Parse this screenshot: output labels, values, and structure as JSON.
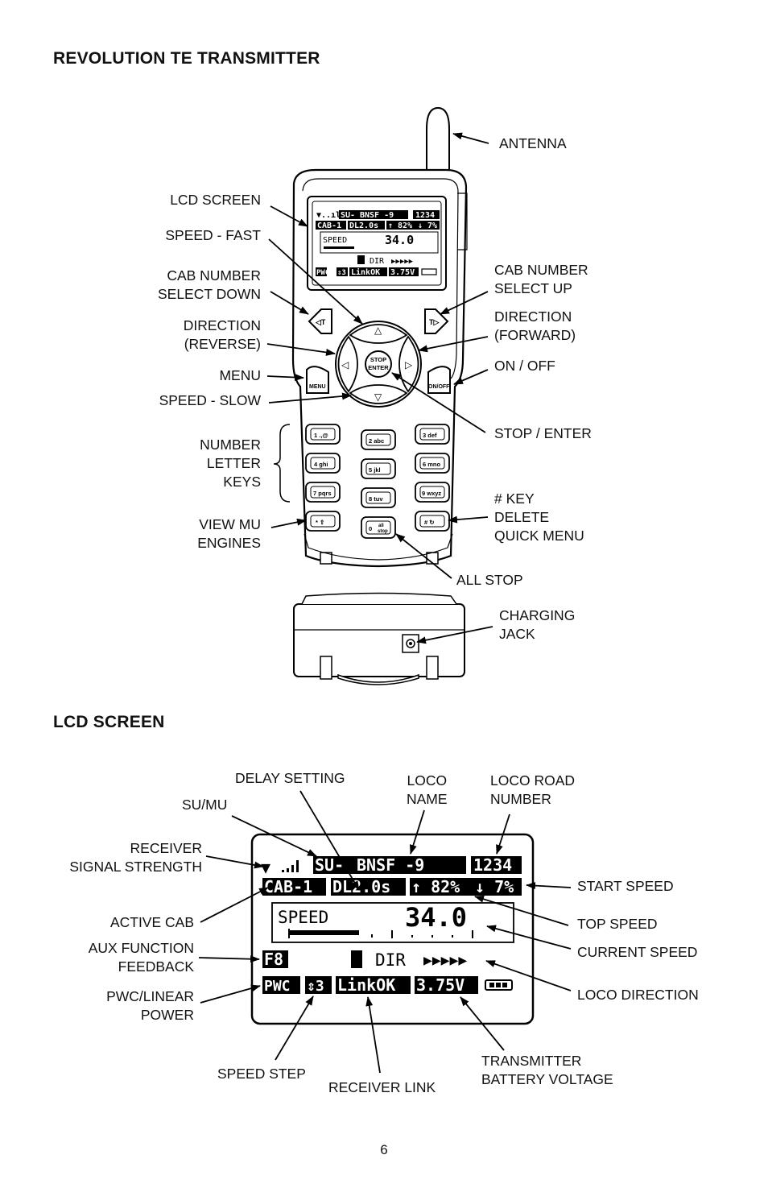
{
  "headings": {
    "transmitter": "REVOLUTION TE TRANSMITTER",
    "lcd": "LCD SCREEN"
  },
  "transmitter_labels": {
    "antenna": "ANTENNA",
    "lcd_screen": "LCD SCREEN",
    "speed_fast": "SPEED - FAST",
    "cab_down": "CAB NUMBER\nSELECT DOWN",
    "dir_reverse": "DIRECTION\n(REVERSE)",
    "menu": "MENU",
    "speed_slow": "SPEED - SLOW",
    "number_keys": "NUMBER\nLETTER\nKEYS",
    "view_mu": "VIEW MU\nENGINES",
    "cab_up": "CAB NUMBER\nSELECT UP",
    "dir_forward": "DIRECTION\n(FORWARD)",
    "on_off": "ON / OFF",
    "stop_enter": "STOP / ENTER",
    "hash_key": "# KEY\nDELETE\nQUICK MENU",
    "all_stop": "ALL STOP",
    "charging_jack": "CHARGING\nJACK"
  },
  "device_keys": {
    "stop": "STOP",
    "enter": "ENTER",
    "menu": "MENU",
    "onoff": "ON/OFF",
    "k1": "1 .,@",
    "k2": "2 abc",
    "k3": "3 def",
    "k4": "4 ghi",
    "k5": "5 jkl",
    "k6": "6 mno",
    "k7": "7 pqrs",
    "k8": "8 tuv",
    "k9": "9 wxyz",
    "kstar": "* ⇧",
    "k0a": "0",
    "k0b": "all",
    "k0c": "stop",
    "khash": "# ↻"
  },
  "lcd": {
    "su": "SU-",
    "loco_name": "BNSF -9",
    "road_number": "1234",
    "cab": "CAB-1",
    "delay": "DL2.0s",
    "top_speed": "↑ 82%",
    "start_speed": "↓ 7%",
    "speed_label": "SPEED",
    "speed_value": "34.0",
    "aux": "F8",
    "dir_label": "DIR",
    "dir_arrows": "▶▶▶▶▶",
    "pwc": "PWC",
    "step": "⇕3",
    "link": "LinkOK",
    "voltage": "3.75V"
  },
  "lcd_labels": {
    "delay_setting": "DELAY SETTING",
    "loco_name": "LOCO\nNAME",
    "loco_road_number": "LOCO ROAD\nNUMBER",
    "su_mu": "SU/MU",
    "receiver_signal": "RECEIVER\nSIGNAL STRENGTH",
    "start_speed": "START SPEED",
    "active_cab": "ACTIVE CAB",
    "top_speed": "TOP SPEED",
    "aux_function": "AUX FUNCTION\nFEEDBACK",
    "current_speed": "CURRENT SPEED",
    "pwc_linear": "PWC/LINEAR\nPOWER",
    "loco_direction": "LOCO DIRECTION",
    "speed_step": "SPEED STEP",
    "receiver_link": "RECEIVER LINK",
    "battery_voltage": "TRANSMITTER\nBATTERY VOLTAGE"
  },
  "page_number": "6"
}
